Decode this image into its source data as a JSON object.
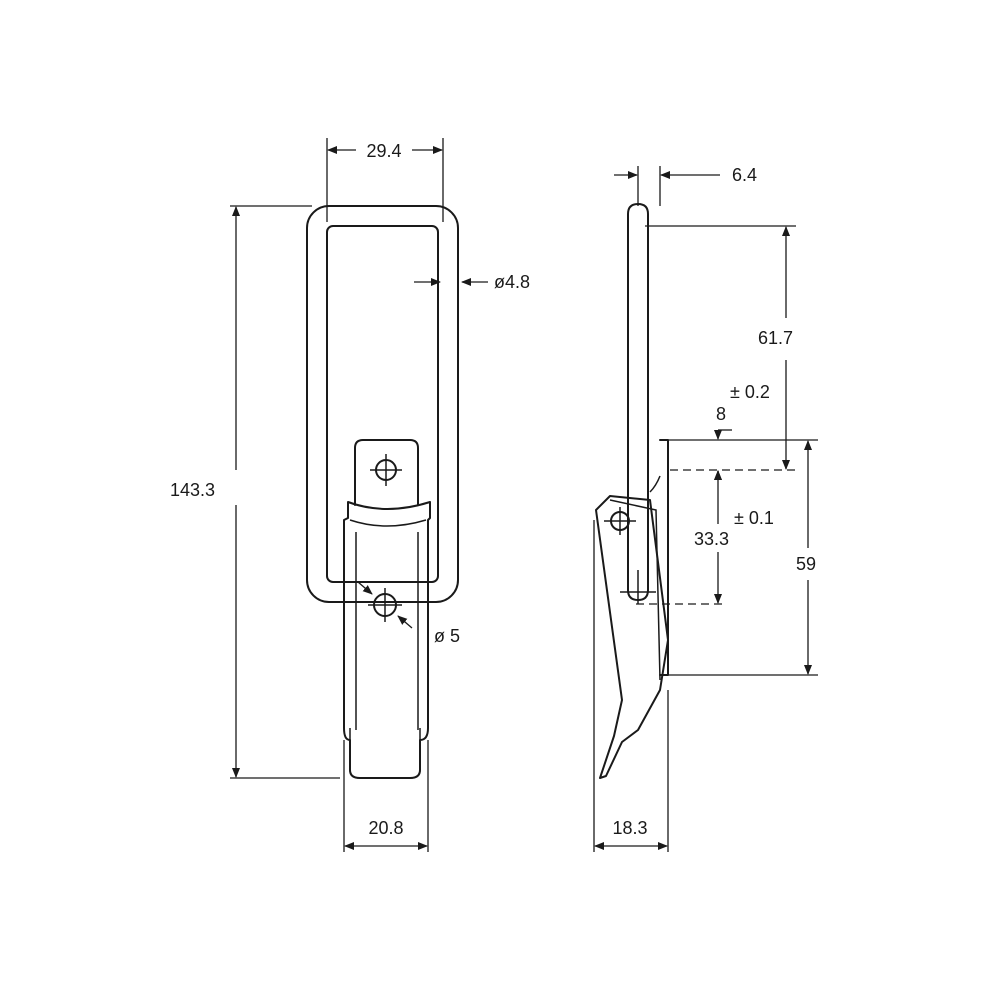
{
  "front_view": {
    "width_top": "29.4",
    "wire_diameter": "ø4.8",
    "overall_height": "143.3",
    "hole_diameter": "ø 5",
    "width_bottom": "20.8"
  },
  "side_view": {
    "thickness": "6.4",
    "hook_height": "61.7",
    "tol_a": "± 0.2",
    "offset": "8",
    "pivot_distance": "33.3",
    "tol_b": "± 0.1",
    "plate_height": "59",
    "depth": "18.3"
  },
  "colors": {
    "line": "#1a1a1a",
    "background": "#ffffff"
  }
}
